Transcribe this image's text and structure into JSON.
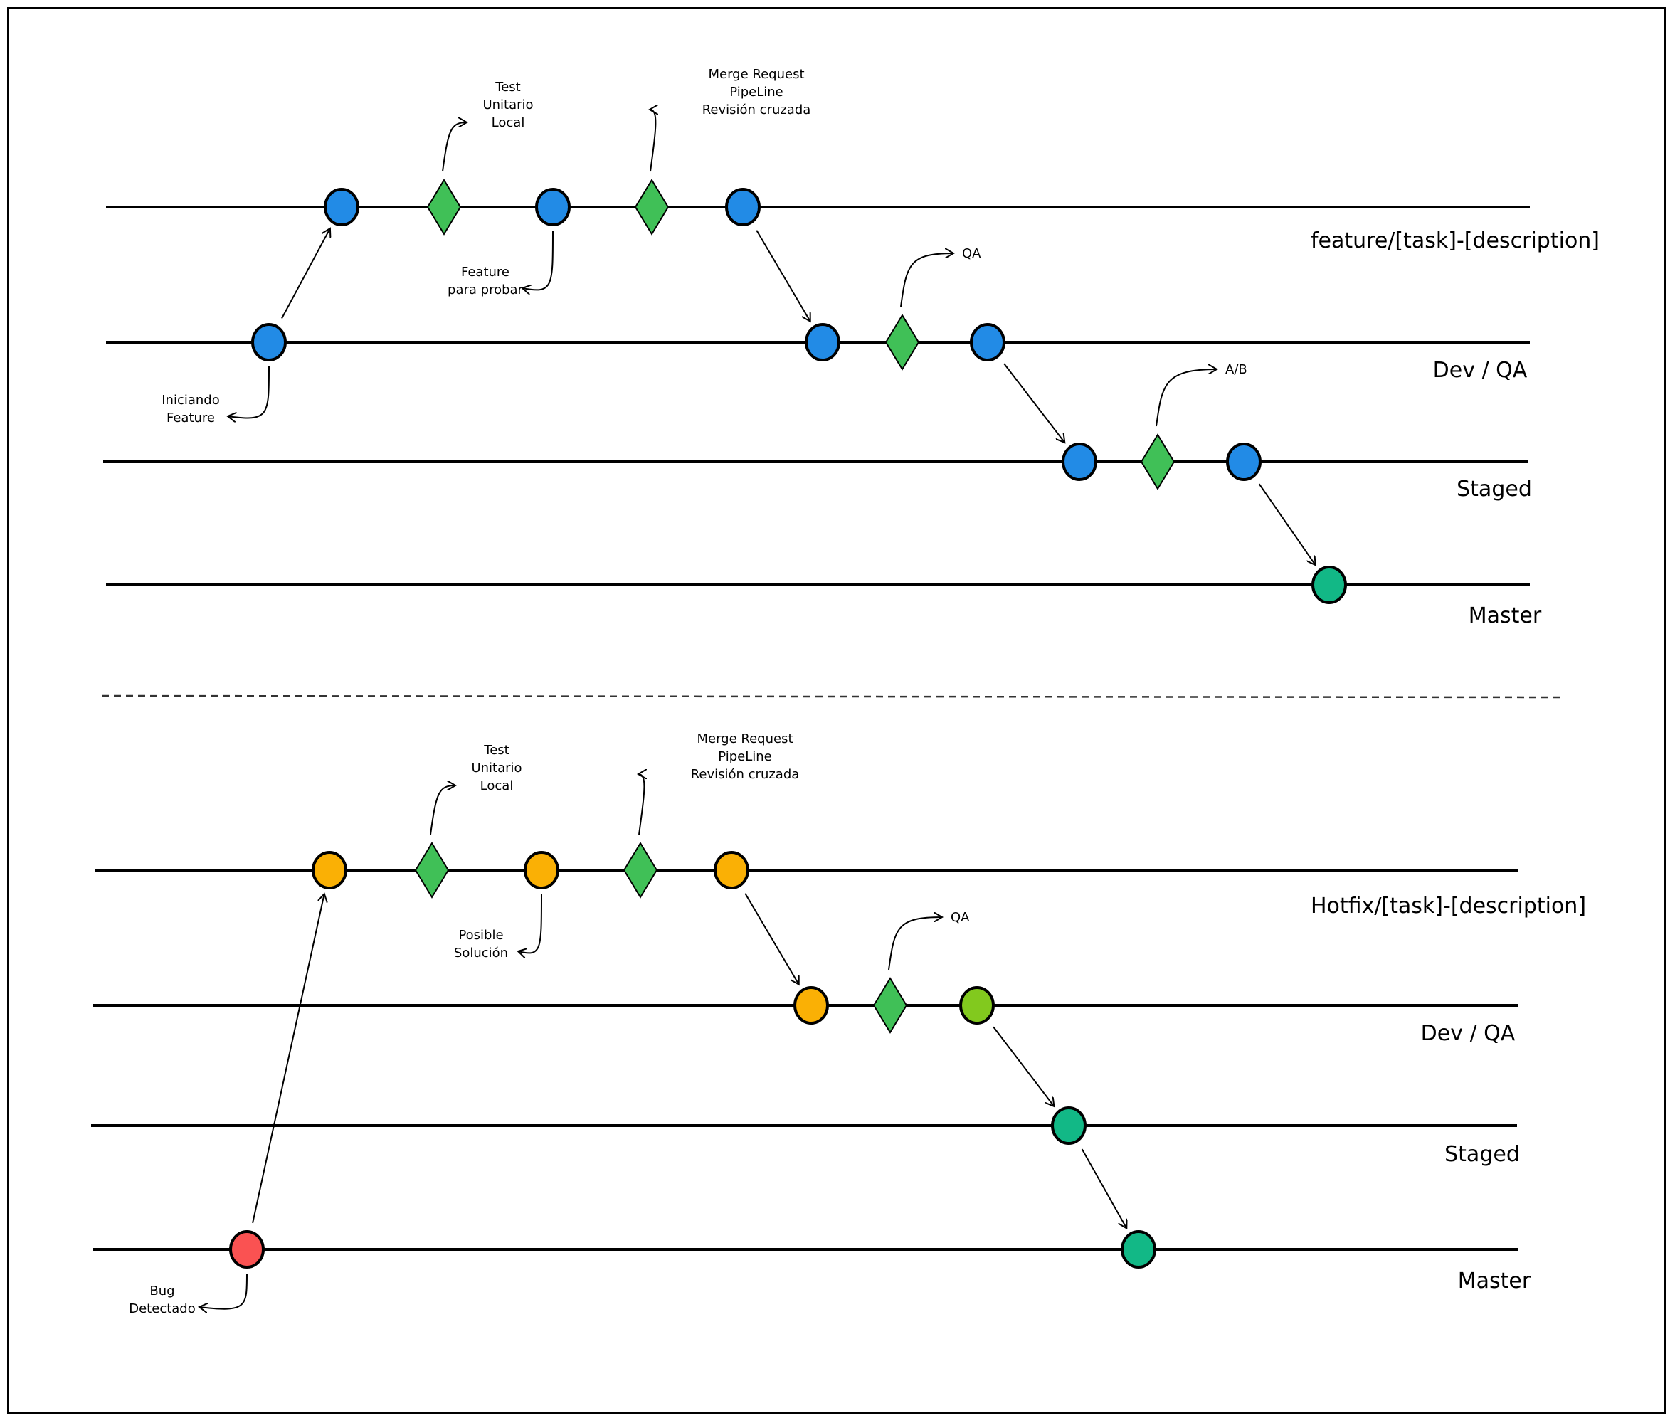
{
  "colors": {
    "feature_commit": "#228be6",
    "hotfix_commit": "#fab005",
    "check_diamond": "#40c057",
    "master_commit": "#12b886",
    "bug_commit": "#fa5252",
    "fixed_commit": "#82c91e",
    "stroke": "#000000"
  },
  "diagrams": [
    {
      "id": "feature-flow",
      "lanes": [
        {
          "key": "feature",
          "label": "feature/[task]-[description]"
        },
        {
          "key": "dev",
          "label": "Dev / QA"
        },
        {
          "key": "staged",
          "label": "Staged"
        },
        {
          "key": "master",
          "label": "Master"
        }
      ],
      "nodes": [
        {
          "id": "f-dev-start",
          "lane": "dev",
          "shape": "circle",
          "color": "feature_commit",
          "annotation": "Iniciando\nFeature",
          "annotation_side": "below"
        },
        {
          "id": "f-feat-1",
          "lane": "feature",
          "shape": "circle",
          "color": "feature_commit"
        },
        {
          "id": "f-feat-test",
          "lane": "feature",
          "shape": "diamond",
          "color": "check_diamond",
          "annotation": "Test\nUnitario\nLocal",
          "annotation_side": "above"
        },
        {
          "id": "f-feat-2",
          "lane": "feature",
          "shape": "circle",
          "color": "feature_commit",
          "annotation": "Feature\npara probar",
          "annotation_side": "below"
        },
        {
          "id": "f-feat-mr",
          "lane": "feature",
          "shape": "diamond",
          "color": "check_diamond",
          "annotation": "Merge Request\nPipeLine\nRevisión cruzada",
          "annotation_side": "above"
        },
        {
          "id": "f-feat-3",
          "lane": "feature",
          "shape": "circle",
          "color": "feature_commit"
        },
        {
          "id": "f-dev-1",
          "lane": "dev",
          "shape": "circle",
          "color": "feature_commit"
        },
        {
          "id": "f-dev-qa",
          "lane": "dev",
          "shape": "diamond",
          "color": "check_diamond",
          "annotation": "QA",
          "annotation_side": "above"
        },
        {
          "id": "f-dev-2",
          "lane": "dev",
          "shape": "circle",
          "color": "feature_commit"
        },
        {
          "id": "f-stg-1",
          "lane": "staged",
          "shape": "circle",
          "color": "feature_commit"
        },
        {
          "id": "f-stg-ab",
          "lane": "staged",
          "shape": "diamond",
          "color": "check_diamond",
          "annotation": "A/B",
          "annotation_side": "above"
        },
        {
          "id": "f-stg-2",
          "lane": "staged",
          "shape": "circle",
          "color": "feature_commit"
        },
        {
          "id": "f-master-1",
          "lane": "master",
          "shape": "circle",
          "color": "master_commit"
        }
      ],
      "edges": [
        {
          "from": "f-dev-start",
          "to": "f-feat-1"
        },
        {
          "from": "f-feat-3",
          "to": "f-dev-1"
        },
        {
          "from": "f-dev-2",
          "to": "f-stg-1"
        },
        {
          "from": "f-stg-2",
          "to": "f-master-1"
        }
      ]
    },
    {
      "id": "hotfix-flow",
      "lanes": [
        {
          "key": "hotfix",
          "label": "Hotfix/[task]-[description]"
        },
        {
          "key": "dev",
          "label": "Dev / QA"
        },
        {
          "key": "staged",
          "label": "Staged"
        },
        {
          "key": "master",
          "label": "Master"
        }
      ],
      "nodes": [
        {
          "id": "h-master-bug",
          "lane": "master",
          "shape": "circle",
          "color": "bug_commit",
          "annotation": "Bug\nDetectado",
          "annotation_side": "below"
        },
        {
          "id": "h-hot-1",
          "lane": "hotfix",
          "shape": "circle",
          "color": "hotfix_commit"
        },
        {
          "id": "h-hot-test",
          "lane": "hotfix",
          "shape": "diamond",
          "color": "check_diamond",
          "annotation": "Test\nUnitario\nLocal",
          "annotation_side": "above"
        },
        {
          "id": "h-hot-2",
          "lane": "hotfix",
          "shape": "circle",
          "color": "hotfix_commit",
          "annotation": "Posible\nSolución",
          "annotation_side": "below"
        },
        {
          "id": "h-hot-mr",
          "lane": "hotfix",
          "shape": "diamond",
          "color": "check_diamond",
          "annotation": "Merge Request\nPipeLine\nRevisión cruzada",
          "annotation_side": "above"
        },
        {
          "id": "h-hot-3",
          "lane": "hotfix",
          "shape": "circle",
          "color": "hotfix_commit"
        },
        {
          "id": "h-dev-1",
          "lane": "dev",
          "shape": "circle",
          "color": "hotfix_commit"
        },
        {
          "id": "h-dev-qa",
          "lane": "dev",
          "shape": "diamond",
          "color": "check_diamond",
          "annotation": "QA",
          "annotation_side": "above"
        },
        {
          "id": "h-dev-2",
          "lane": "dev",
          "shape": "circle",
          "color": "fixed_commit"
        },
        {
          "id": "h-stg-1",
          "lane": "staged",
          "shape": "circle",
          "color": "master_commit"
        },
        {
          "id": "h-master-2",
          "lane": "master",
          "shape": "circle",
          "color": "master_commit"
        }
      ],
      "edges": [
        {
          "from": "h-master-bug",
          "to": "h-hot-1"
        },
        {
          "from": "h-hot-3",
          "to": "h-dev-1"
        },
        {
          "from": "h-dev-2",
          "to": "h-stg-1"
        },
        {
          "from": "h-stg-1",
          "to": "h-master-2"
        }
      ]
    }
  ]
}
